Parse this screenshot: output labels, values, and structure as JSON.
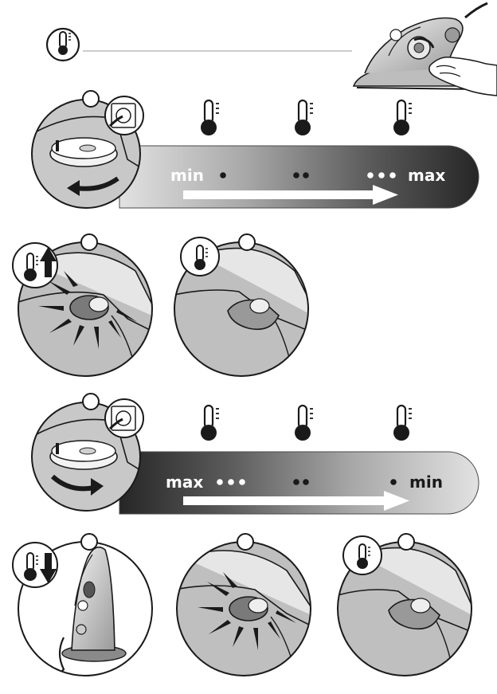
{
  "colors": {
    "ink": "#1a1a1a",
    "panel_light": "#d4d4d4",
    "panel_dark": "#2e2e2e",
    "fill_mid": "#8a8a8a",
    "paper": "#ffffff"
  },
  "icons": [
    "thermometer-icon",
    "power-plug-icon",
    "arrow-up-icon",
    "arrow-down-icon",
    "rotate-arrow-icon",
    "dot-icon"
  ],
  "step1": {
    "left_label": "min",
    "right_label": "max",
    "dots": [
      1,
      2,
      3
    ]
  },
  "step4": {
    "left_label": "max",
    "right_label": "min",
    "dots": [
      3,
      2,
      1
    ]
  }
}
